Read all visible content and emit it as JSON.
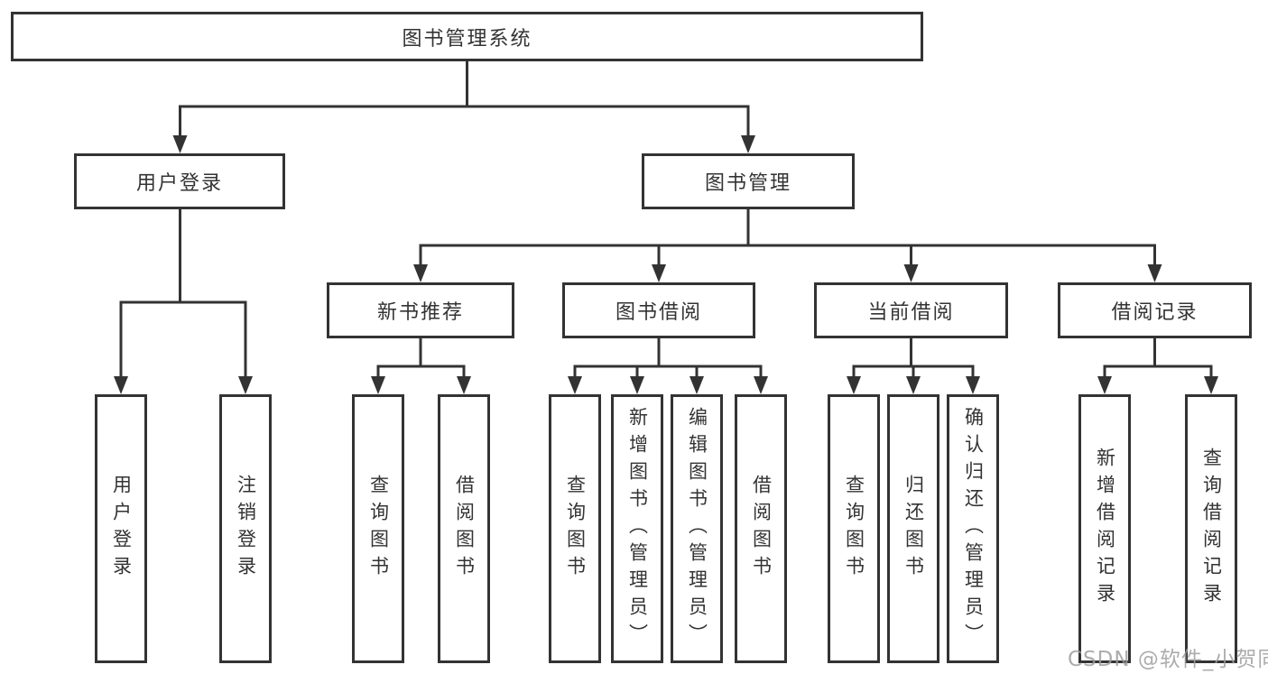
{
  "diagram": {
    "root": "图书管理系统",
    "branches": [
      {
        "label": "用户登录",
        "leaves": [
          "用户登录",
          "注销登录"
        ]
      },
      {
        "label": "图书管理",
        "groups": [
          {
            "label": "新书推荐",
            "leaves": [
              "查询图书",
              "借阅图书"
            ]
          },
          {
            "label": "图书借阅",
            "leaves": [
              "查询图书",
              "新增图书（管理员）",
              "编辑图书（管理员）",
              "借阅图书"
            ]
          },
          {
            "label": "当前借阅",
            "leaves": [
              "查询图书",
              "归还图书",
              "确认归还（管理员）"
            ]
          },
          {
            "label": "借阅记录",
            "leaves": [
              "新增借阅记录",
              "查询借阅记录"
            ]
          }
        ]
      }
    ]
  },
  "watermark": "CSDN @软件_小贺同学",
  "colors": {
    "line": "#333333",
    "node_border": "#333333",
    "text": "#333333",
    "background": "#ffffff",
    "watermark": "#9e9e9e"
  }
}
